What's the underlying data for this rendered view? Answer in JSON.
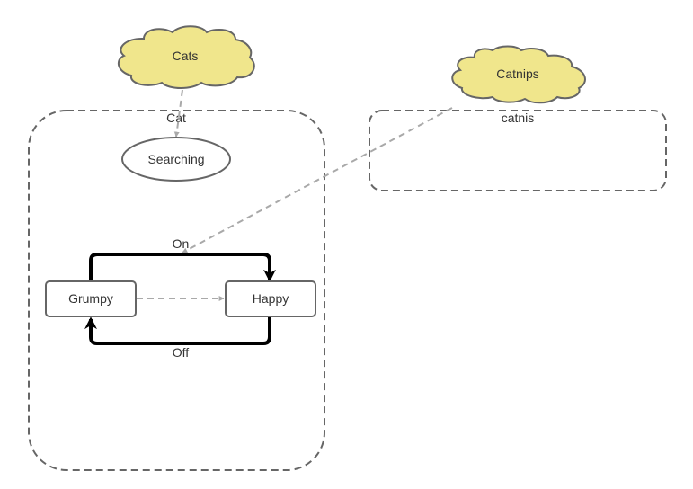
{
  "colors": {
    "cloud_fill": "#f0e68c",
    "outline": "#666666",
    "dashed_link": "#a9a9a9",
    "solid_link": "#000000",
    "text": "#333333"
  },
  "clouds": {
    "cats": {
      "label": "Cats"
    },
    "catnips": {
      "label": "Catnips"
    }
  },
  "containers": {
    "cat": {
      "label": "Cat"
    },
    "catnis": {
      "label": "catnis"
    }
  },
  "nodes": {
    "searching": {
      "label": "Searching"
    },
    "grumpy": {
      "label": "Grumpy"
    },
    "happy": {
      "label": "Happy"
    }
  },
  "edges": {
    "on": {
      "label": "On"
    },
    "off": {
      "label": "Off"
    }
  }
}
